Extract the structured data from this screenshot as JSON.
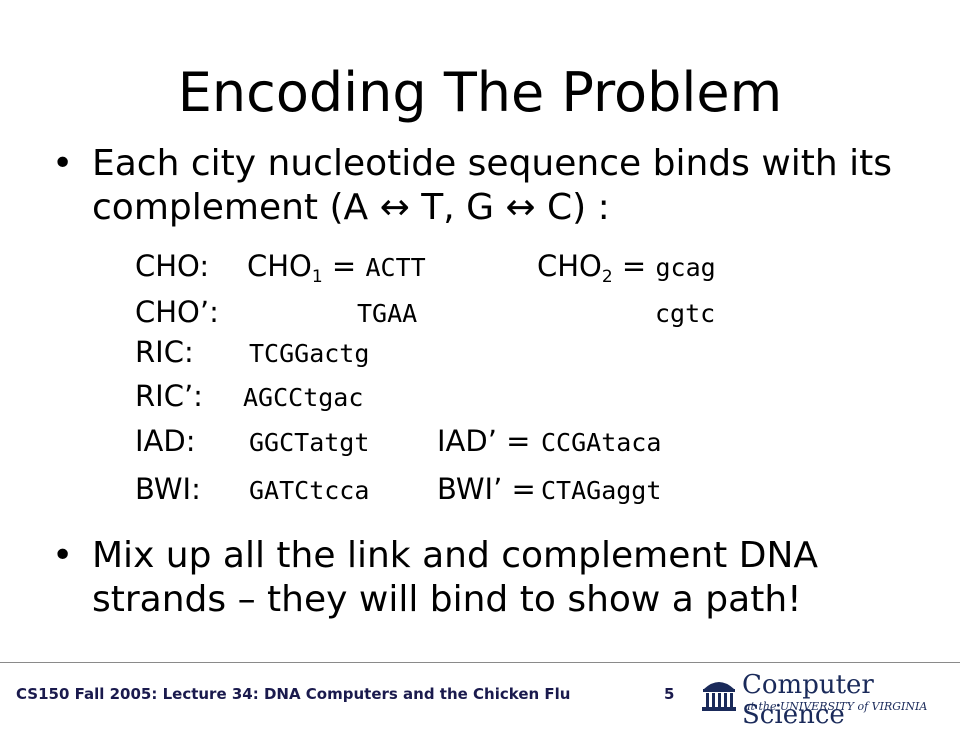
{
  "slide": {
    "title": "Encoding The Problem",
    "bullet_mark": "•",
    "bullet1": "Each city nucleotide sequence binds with its complement (A ↔ T, G  ↔ C) :",
    "bullet2": "Mix up all the link and complement DNA strands – they will bind to show a path!"
  },
  "encoding": {
    "cho_label": "CHO:",
    "cho1_prefix": "CHO",
    "cho1_sub": "1",
    "cho1_eq": " = ",
    "cho1_seq": "ACTT",
    "cho2_prefix": "CHO",
    "cho2_sub": "2",
    "cho2_eq": " = ",
    "cho2_seq": "gcag",
    "chop_label": "CHO’:",
    "chop_seq1": "TGAA",
    "chop_seq2": "cgtc",
    "ric_label": "RIC:",
    "ric_seq": "TCGGactg",
    "ricp_label": "RIC’:",
    "ricp_seq": "AGCCtgac",
    "iad_label": "IAD:",
    "iad_seq": "GGCTatgt",
    "iadp_label": "IAD’ =",
    "iadp_seq": "CCGAtaca",
    "bwi_label": "BWI:",
    "bwi_seq": "GATCtcca",
    "bwip_label": "BWI’ =",
    "bwip_seq": "CTAGaggt"
  },
  "footer": {
    "course": "CS150 Fall 2005: Lecture 34: DNA Computers and the Chicken Flu",
    "page_number": "5",
    "logo_main": "Computer Science",
    "logo_sub": "at the UNIVERSITY of VIRGINIA"
  }
}
